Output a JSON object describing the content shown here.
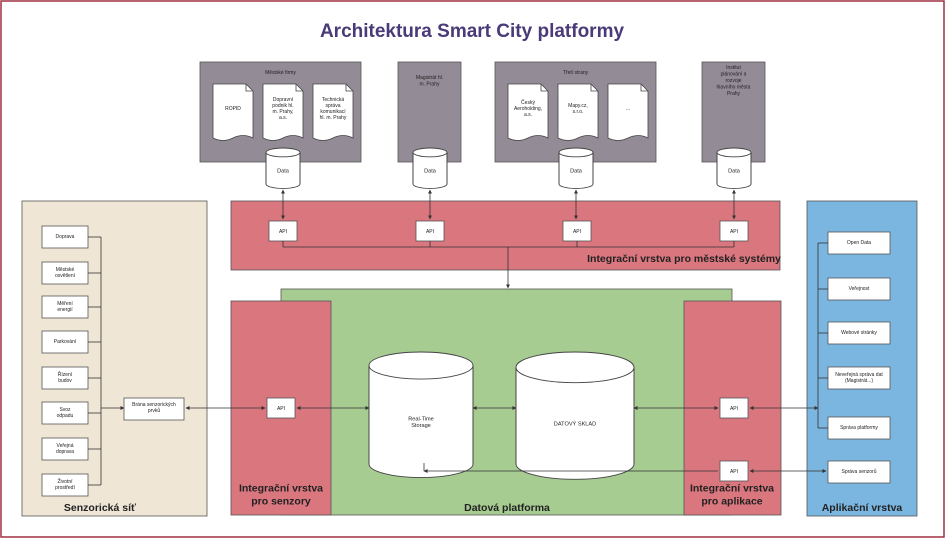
{
  "title": "Architektura Smart City platformy",
  "top_groups": [
    {
      "label": "Městské firmy",
      "docs": [
        "ROPID",
        "Dopravní podnik hl. m. Prahy, a.s.",
        "Technická správa komunikací hl. m. Prahy"
      ]
    },
    {
      "label": "Magistrát hl. m. Prahy",
      "docs": []
    },
    {
      "label": "Třetí strany",
      "docs": [
        "Český Aeroholding, a.s.",
        "Mapy.cz, s.r.o.",
        "..."
      ]
    },
    {
      "label": "Institut plánování a rozvoje hlavního města Prahy",
      "docs": []
    }
  ],
  "data_label": "Data",
  "api_label": "API",
  "city_layer_label": "Integrační vrstva pro městské systémy",
  "sensor_network": {
    "label": "Senzorická síť",
    "items": [
      "Doprava",
      "Městské osvětlení",
      "Měření energií",
      "Parkování",
      "Řízení budov",
      "Svoz odpadu",
      "Veřejná doprava",
      "Životní prostředí"
    ],
    "gateway": "Brána senzorických prvků"
  },
  "sensor_integration_label": "Integrační vrstva pro senzory",
  "data_platform": {
    "label": "Datová platforma",
    "realtime": "Real-Time Storage",
    "warehouse": "DATOVÝ SKLAD"
  },
  "app_integration_label": "Integrační vrstva pro aplikace",
  "app_layer": {
    "label": "Aplikační vrstva",
    "items": [
      "Open Data",
      "Veřejnost",
      "Webové stránky",
      "Neveřejná správa dat (Magistrát...)",
      "Správa platformy",
      "Správa senzorů"
    ]
  },
  "colors": {
    "border": "#a03040",
    "title": "#4a3a78",
    "grey": "#938c96",
    "red": "#d9767e",
    "green": "#a6cc92",
    "beige": "#efe6d6",
    "blue": "#7ab6e0"
  }
}
